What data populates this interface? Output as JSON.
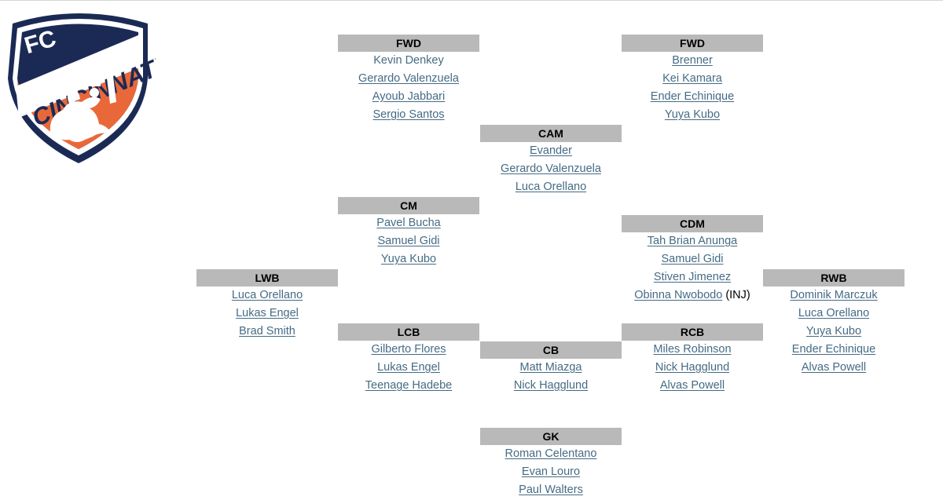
{
  "logo": {
    "text_fc": "FC",
    "text_city": "CINCINNATI"
  },
  "colors": {
    "navy": "#1b2a55",
    "orange": "#e9683a",
    "header_gray": "#b9b9b9",
    "link": "#456b84"
  },
  "positions": [
    {
      "label": "FWD",
      "players": [
        {
          "name": "Kevin Denkey",
          "linked": false
        },
        {
          "name": "Gerardo Valenzuela",
          "linked": true
        },
        {
          "name": "Ayoub Jabbari",
          "linked": true
        },
        {
          "name": "Sergio Santos",
          "linked": true
        }
      ]
    },
    {
      "label": "FWD",
      "players": [
        {
          "name": "Brenner",
          "linked": true
        },
        {
          "name": "Kei Kamara",
          "linked": true
        },
        {
          "name": "Ender Echinique",
          "linked": true
        },
        {
          "name": "Yuya Kubo",
          "linked": true
        }
      ]
    },
    {
      "label": "CAM",
      "players": [
        {
          "name": "Evander",
          "linked": true
        },
        {
          "name": "Gerardo Valenzuela",
          "linked": true
        },
        {
          "name": "Luca Orellano",
          "linked": true
        }
      ]
    },
    {
      "label": "CM",
      "players": [
        {
          "name": "Pavel Bucha",
          "linked": true
        },
        {
          "name": "Samuel Gidi",
          "linked": true
        },
        {
          "name": "Yuya Kubo",
          "linked": true
        }
      ]
    },
    {
      "label": "CDM",
      "players": [
        {
          "name": "Tah Brian Anunga",
          "linked": true
        },
        {
          "name": "Samuel Gidi",
          "linked": true
        },
        {
          "name": "Stiven Jimenez",
          "linked": true
        },
        {
          "name": "Obinna Nwobodo",
          "linked": true,
          "status": "(INJ)"
        }
      ]
    },
    {
      "label": "LWB",
      "players": [
        {
          "name": "Luca Orellano",
          "linked": true
        },
        {
          "name": "Lukas Engel",
          "linked": true
        },
        {
          "name": "Brad Smith",
          "linked": true
        }
      ]
    },
    {
      "label": "RWB",
      "players": [
        {
          "name": "Dominik Marczuk",
          "linked": true
        },
        {
          "name": "Luca Orellano",
          "linked": true
        },
        {
          "name": "Yuya Kubo",
          "linked": true
        },
        {
          "name": "Ender Echinique",
          "linked": true
        },
        {
          "name": "Alvas Powell",
          "linked": true
        }
      ]
    },
    {
      "label": "LCB",
      "players": [
        {
          "name": "Gilberto Flores",
          "linked": true
        },
        {
          "name": "Lukas Engel",
          "linked": true
        },
        {
          "name": "Teenage Hadebe",
          "linked": true
        }
      ]
    },
    {
      "label": "CB",
      "players": [
        {
          "name": "Matt Miazga",
          "linked": true
        },
        {
          "name": "Nick Hagglund",
          "linked": true
        }
      ]
    },
    {
      "label": "RCB",
      "players": [
        {
          "name": "Miles Robinson",
          "linked": true
        },
        {
          "name": "Nick Hagglund",
          "linked": true
        },
        {
          "name": "Alvas Powell",
          "linked": true
        }
      ]
    },
    {
      "label": "GK",
      "players": [
        {
          "name": "Roman Celentano",
          "linked": true
        },
        {
          "name": "Evan Louro",
          "linked": true
        },
        {
          "name": "Paul Walters",
          "linked": true
        }
      ]
    }
  ]
}
